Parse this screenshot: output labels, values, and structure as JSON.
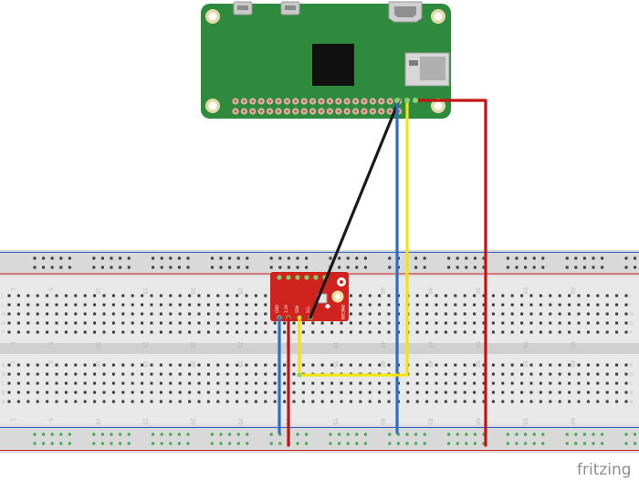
{
  "diagram": {
    "board": {
      "name": "raspberry-pi-zero",
      "pcb_color": "#2e8b3e",
      "chip_color": "#111111"
    },
    "breadboard": {
      "column_numbers": [
        "1",
        "5",
        "10",
        "15",
        "20",
        "25",
        "30",
        "35",
        "40",
        "45",
        "50",
        "55",
        "60"
      ],
      "row_letters_top": [
        "J",
        "I",
        "H",
        "G",
        "F"
      ],
      "row_letters_bottom": [
        "E",
        "D",
        "C",
        "B",
        "A"
      ],
      "rail_positive_color": "#d42020",
      "rail_negative_color": "#3060c8"
    },
    "sensor": {
      "name": "BME280-breakout",
      "pcb_color": "#d0231f",
      "pin_labels": [
        "GND",
        "3.3V",
        "SDA",
        "SCL"
      ],
      "chip_label": "BME280"
    },
    "wires": [
      {
        "name": "black-wire",
        "color": "#1a1a1a"
      },
      {
        "name": "blue-wire",
        "color": "#2e6ec4"
      },
      {
        "name": "yellow-wire",
        "color": "#f2e313"
      },
      {
        "name": "red-wire",
        "color": "#c01414"
      }
    ],
    "watermark": "fritzing"
  }
}
